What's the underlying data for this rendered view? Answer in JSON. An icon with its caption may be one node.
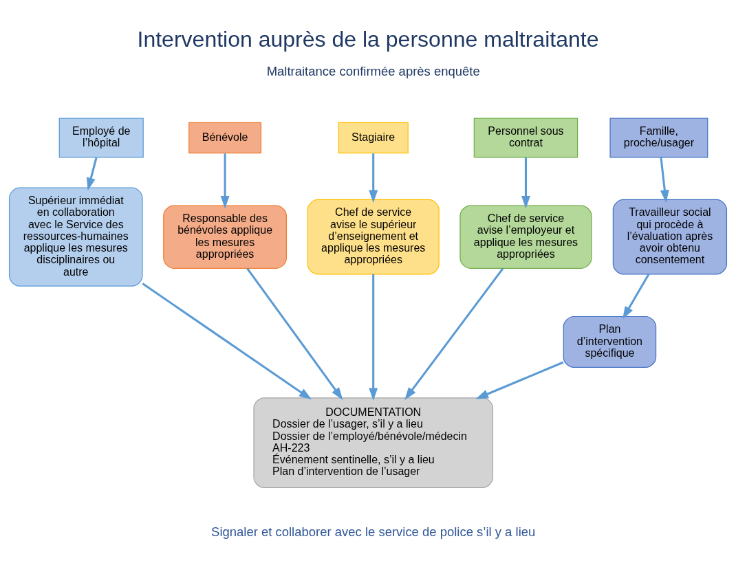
{
  "diagram": {
    "title": "Intervention auprès de la personne maltraitante",
    "nodes": [
      {
        "text": [
          "Employé de l’hôpital"
        ]
      },
      {
        "text": [
          "Bénévole"
        ]
      },
      {
        "text": [
          "Stagiaire"
        ]
      },
      {
        "text": [
          "Personnel sous contrat"
        ]
      },
      {
        "text": [
          "Famille, proche/usager"
        ]
      },
      {
        "text": [
          "Supérieur immédiat en collaboration avec le Service des ressources-humaines applique les mesures disciplinaires ou autre"
        ]
      },
      {
        "text": [
          "Responsable des bénévoles applique les mesures appropriées"
        ]
      },
      {
        "text": [
          "Chef de service avise le supérieur d’enseignement et applique les mesures appropriées"
        ]
      },
      {
        "text": [
          "Chef de service avise l’employeur et applique les mesures appropriées"
        ]
      },
      {
        "text": [
          "Travailleur social qui procède à l’évaluation après avoir obtenu consentement"
        ]
      },
      {
        "text": [
          "Plan d’intervention spécifique"
        ]
      },
      {
        "text": [
          "DOCUMENTATION",
          "Dossier de l’usager, s’il y a lieu",
          "Dossier de l’employé/bénévole/médecin",
          "AH-223",
          "Événement sentinelle, s’il y a lieu",
          "Plan d’intervention de l’usager"
        ]
      }
    ],
    "edges": [
      {
        "from": 0,
        "to": 5,
        "arrow": "to"
      },
      {
        "from": 1,
        "to": 6,
        "arrow": "to"
      },
      {
        "from": 2,
        "to": 7,
        "arrow": "to"
      },
      {
        "from": 3,
        "to": 8,
        "arrow": "to"
      },
      {
        "from": 4,
        "to": 9,
        "arrow": "to"
      },
      {
        "from": 5,
        "to": 11,
        "arrow": "to"
      },
      {
        "from": 6,
        "to": 11,
        "arrow": "to"
      },
      {
        "from": 7,
        "to": 11,
        "arrow": "to"
      },
      {
        "from": 8,
        "to": 11,
        "arrow": "to"
      },
      {
        "from": 9,
        "to": 10,
        "arrow": "to"
      },
      {
        "from": 10,
        "to": 11,
        "arrow": "to"
      }
    ],
    "labels": [
      "Maltraitance confirmée après enquête",
      "Signaler et collaborer avec le service de police s’il y a lieu"
    ]
  }
}
